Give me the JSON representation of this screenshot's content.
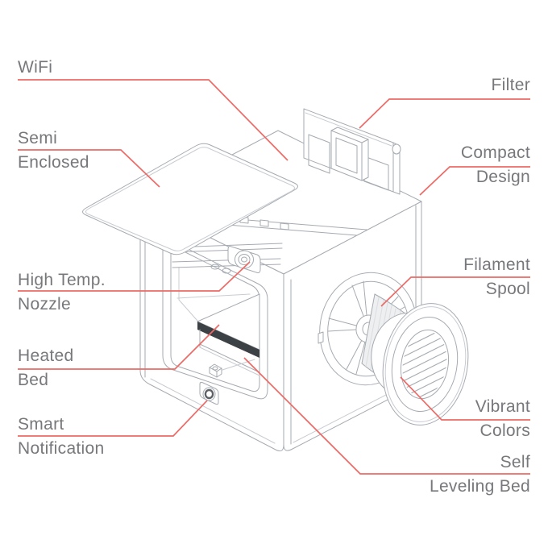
{
  "diagram": {
    "labels_left": [
      {
        "id": "wifi",
        "lines": [
          "WiFi",
          ""
        ]
      },
      {
        "id": "semi-enclosed",
        "lines": [
          "Semi",
          "Enclosed"
        ]
      },
      {
        "id": "high-temp-nozzle",
        "lines": [
          "High Temp.",
          "Nozzle"
        ]
      },
      {
        "id": "heated-bed",
        "lines": [
          "Heated",
          "Bed"
        ]
      },
      {
        "id": "smart-notification",
        "lines": [
          "Smart",
          "Notification"
        ]
      }
    ],
    "labels_right": [
      {
        "id": "filter",
        "lines": [
          "Filter",
          ""
        ]
      },
      {
        "id": "compact-design",
        "lines": [
          "Compact",
          "Design"
        ]
      },
      {
        "id": "filament-spool",
        "lines": [
          "Filament",
          "Spool"
        ]
      },
      {
        "id": "vibrant-colors",
        "lines": [
          "Vibrant",
          "Colors"
        ]
      },
      {
        "id": "self-leveling-bed",
        "lines": [
          "Self",
          "Leveling Bed"
        ]
      }
    ]
  },
  "colors": {
    "accent": "#ee6a66",
    "label_text": "#77787b",
    "line_art": "#a6abb1",
    "line_art_light": "#c8ccd1",
    "bed_dark": "#3c4146",
    "drum_fill": "#edeff1"
  }
}
